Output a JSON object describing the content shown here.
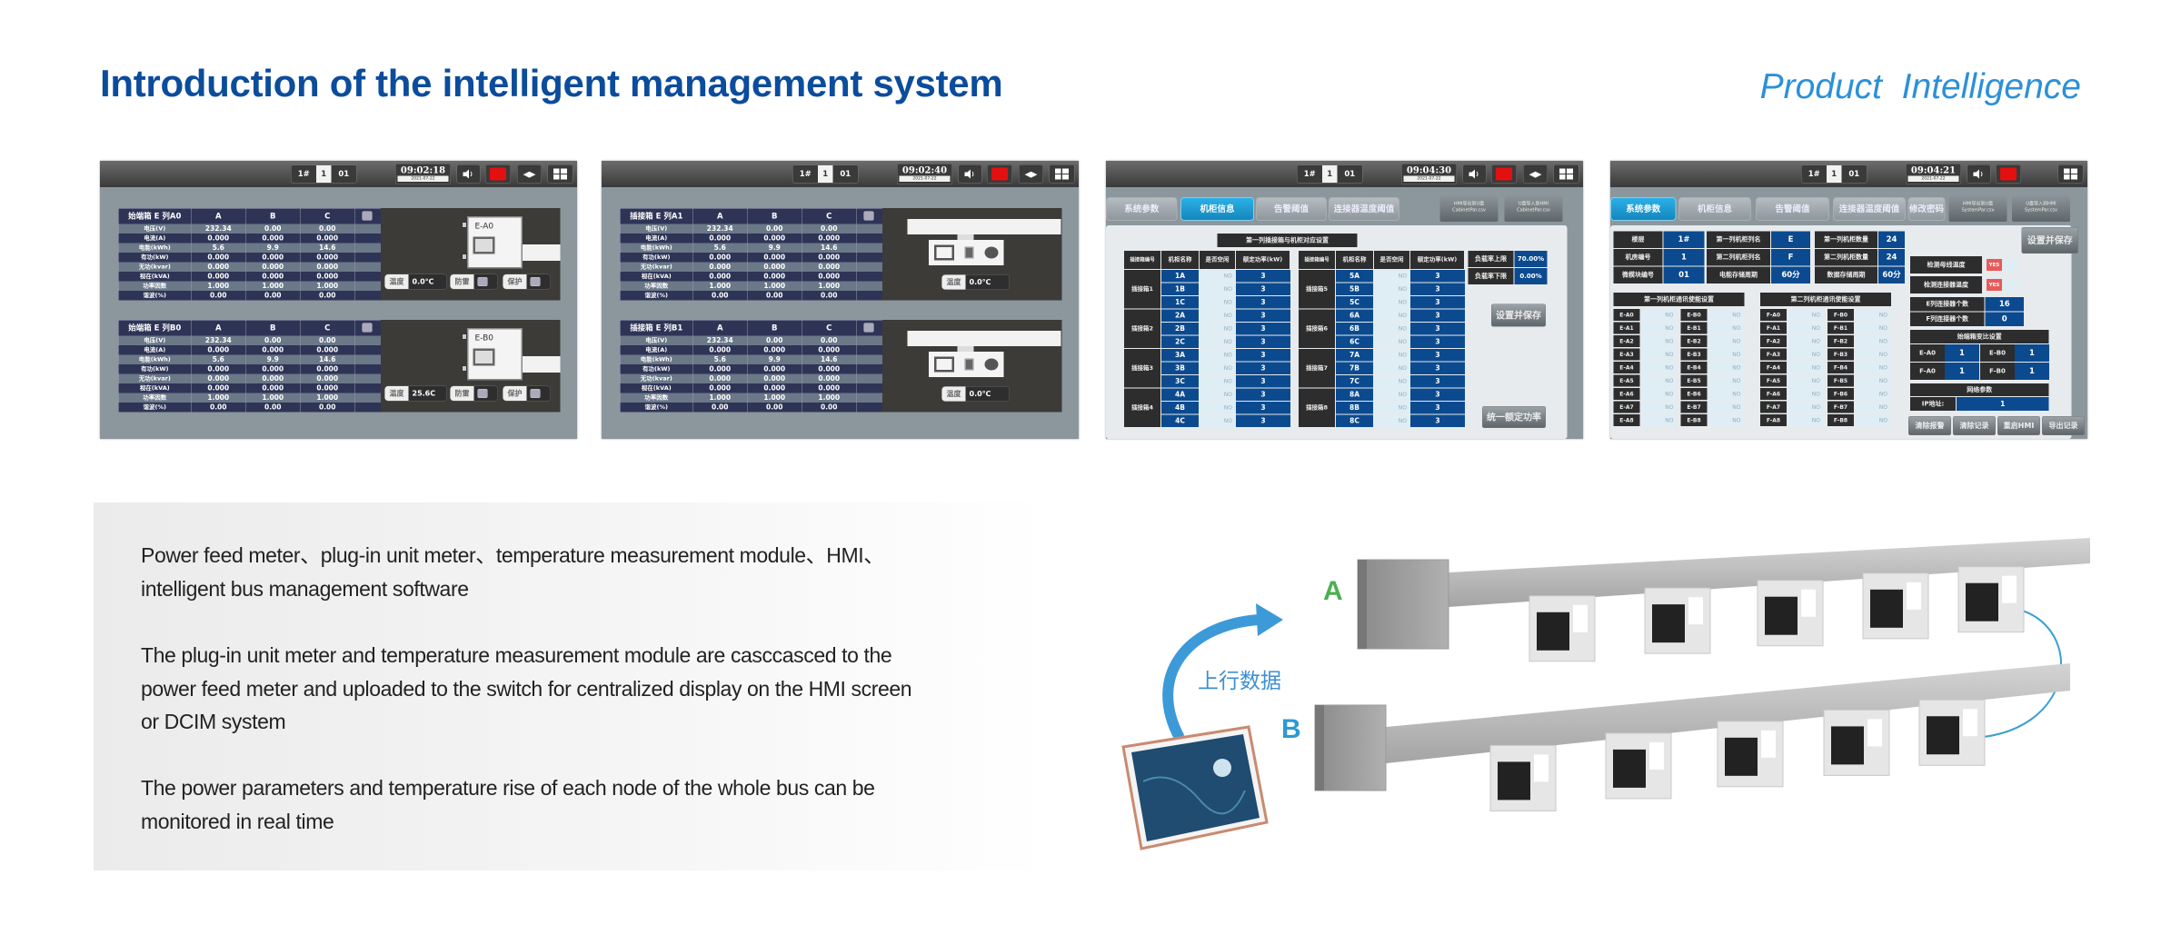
{
  "header": {
    "title": "Introduction of the intelligent management system",
    "tagline": "Product  Intelligence"
  },
  "screens": {
    "common": {
      "building": "1#",
      "room": "1",
      "module": "01",
      "date": "2021-07-22"
    },
    "meter": {
      "columns": [
        "A",
        "B",
        "C"
      ],
      "rows": [
        "电压(V)",
        "电流(A)",
        "电能(kWh)",
        "有功(kW)",
        "无功(kvar)",
        "视在(kVA)",
        "功率因数",
        "谐波(%)"
      ],
      "values": [
        [
          "232.34",
          "0.00",
          "0.00"
        ],
        [
          "0.000",
          "0.000",
          "0.000"
        ],
        [
          "5.6",
          "9.9",
          "14.6"
        ],
        [
          "0.000",
          "0.000",
          "0.000"
        ],
        [
          "0.000",
          "0.000",
          "0.000"
        ],
        [
          "0.000",
          "0.000",
          "0.000"
        ],
        [
          "1.000",
          "1.000",
          "1.000"
        ],
        [
          "0.00",
          "0.00",
          "0.00"
        ]
      ]
    },
    "s1": {
      "time": "09:02:18",
      "blocks": [
        {
          "title": "始端箱 E 列A0",
          "device": "E-A0",
          "temp_label": "温度",
          "temp": "0.0℃",
          "lightning": "防雷",
          "protect": "保护"
        },
        {
          "title": "始端箱 E 列B0",
          "device": "E-B0",
          "temp_label": "温度",
          "temp": "25.6C",
          "lightning": "防雷",
          "protect": "保护"
        }
      ]
    },
    "s2": {
      "time": "09:02:40",
      "blocks": [
        {
          "title": "插接箱 E 列A1",
          "temp_label": "温度",
          "temp": "0.0℃"
        },
        {
          "title": "插接箱 E 列B1",
          "temp_label": "温度",
          "temp": "0.0℃"
        }
      ]
    },
    "s3": {
      "time": "09:04:30",
      "tabs": [
        "系统参数",
        "机柜信息",
        "告警阈值",
        "连接器温度阈值"
      ],
      "io_buttons": [
        [
          "HMI导出到U盘",
          "CabinetPar.csv"
        ],
        [
          "U盘导入到HMI",
          "CabinetPar.csv"
        ]
      ],
      "table_title": "第一列插接箱与机柜对应设置",
      "headers": [
        "插接箱编号",
        "机柜名称",
        "是否空闲",
        "额定功率(kW)"
      ],
      "groups": [
        {
          "name": "插接箱1",
          "cabinets": [
            "1A",
            "1B",
            "1C"
          ]
        },
        {
          "name": "插接箱2",
          "cabinets": [
            "2A",
            "2B",
            "2C"
          ]
        },
        {
          "name": "插接箱3",
          "cabinets": [
            "3A",
            "3B",
            "3C"
          ]
        },
        {
          "name": "插接箱4",
          "cabinets": [
            "4A",
            "4B",
            "4C"
          ]
        },
        {
          "name": "插接箱5",
          "cabinets": [
            "5A",
            "5B",
            "5C"
          ]
        },
        {
          "name": "插接箱6",
          "cabinets": [
            "6A",
            "6B",
            "6C"
          ]
        },
        {
          "name": "插接箱7",
          "cabinets": [
            "7A",
            "7B",
            "7C"
          ]
        },
        {
          "name": "插接箱8",
          "cabinets": [
            "8A",
            "8B",
            "8C"
          ]
        }
      ],
      "idle_value": "NO",
      "rated_power": "3",
      "load_upper_label": "负载率上限",
      "load_upper": "70.00%",
      "load_lower_label": "负载率下限",
      "load_lower": "0.00%",
      "save_button": "设置并保存",
      "uniform_button": "统一额定功率"
    },
    "s4": {
      "time": "09:04:21",
      "tabs": [
        "系统参数",
        "机柜信息",
        "告警阈值",
        "连接器温度阈值",
        "修改密码"
      ],
      "io_buttons": [
        [
          "HMI导出到U盘",
          "SystemPar.csv"
        ],
        [
          "U盘导入到HMI",
          "SystemPar.csv"
        ]
      ],
      "params": [
        [
          {
            "label": "楼层",
            "value": "1#"
          },
          {
            "label": "第一列机柜列名",
            "value": "E"
          },
          {
            "label": "第一列机柜数量",
            "value": "24"
          }
        ],
        [
          {
            "label": "机房编号",
            "value": "1"
          },
          {
            "label": "第二列机柜列名",
            "value": "F"
          },
          {
            "label": "第二列机柜数量",
            "value": "24"
          }
        ],
        [
          {
            "label": "微模块编号",
            "value": "01"
          },
          {
            "label": "电能存储周期",
            "value": "60分"
          },
          {
            "label": "数据存储周期",
            "value": "60分"
          }
        ]
      ],
      "comm_sections": [
        {
          "title": "第一列机柜通讯使能设置",
          "left": [
            "E-A0",
            "E-A1",
            "E-A2",
            "E-A3",
            "E-A4",
            "E-A5",
            "E-A6",
            "E-A7",
            "E-A8"
          ],
          "right": [
            "E-B0",
            "E-B1",
            "E-B2",
            "E-B3",
            "E-B4",
            "E-B5",
            "E-B6",
            "E-B7",
            "E-B8"
          ]
        },
        {
          "title": "第二列机柜通讯使能设置",
          "left": [
            "F-A0",
            "F-A1",
            "F-A2",
            "F-A3",
            "F-A4",
            "F-A5",
            "F-A6",
            "F-A7",
            "F-A8"
          ],
          "right": [
            "F-B0",
            "F-B1",
            "F-B2",
            "F-B3",
            "F-B4",
            "F-B5",
            "F-B6",
            "F-B7",
            "F-B8"
          ]
        }
      ],
      "toggle_value": "NO",
      "save_button": "设置并保存",
      "detect": [
        {
          "label": "检测母线温度",
          "value": "YES"
        },
        {
          "label": "检测连接器温度",
          "value": "YES"
        }
      ],
      "counts": [
        {
          "label": "E列连接器个数",
          "value": "16"
        },
        {
          "label": "F列连接器个数",
          "value": "0"
        }
      ],
      "ratio_title": "始端箱变比设置",
      "ratios": [
        {
          "label": "E-A0",
          "value": "1"
        },
        {
          "label": "E-B0",
          "value": "1"
        },
        {
          "label": "F-A0",
          "value": "1"
        },
        {
          "label": "F-B0",
          "value": "1"
        }
      ],
      "network_title": "网络参数",
      "ip_label": "IP地址:",
      "ip": "1",
      "actions": [
        "清除报警",
        "清除记录",
        "重启HMI",
        "导出记录"
      ]
    }
  },
  "intro": {
    "paragraphs": [
      [
        "Power feed meter、plug-in unit meter、temperature measurement module、HMI、",
        "intelligent bus management software"
      ],
      [
        "The plug-in unit meter and temperature measurement module are casccasced to the",
        "power feed meter and uploaded to the switch for centralized display on the HMI screen",
        "or DCIM system"
      ],
      [
        "The power parameters and temperature rise of each node of the whole bus can be",
        "monitored in real time"
      ]
    ]
  },
  "diagram": {
    "label_a": "A",
    "label_b": "B",
    "upload_label": "上行数据",
    "color_a": "#4cb050",
    "color_b": "#2a9ad6"
  }
}
